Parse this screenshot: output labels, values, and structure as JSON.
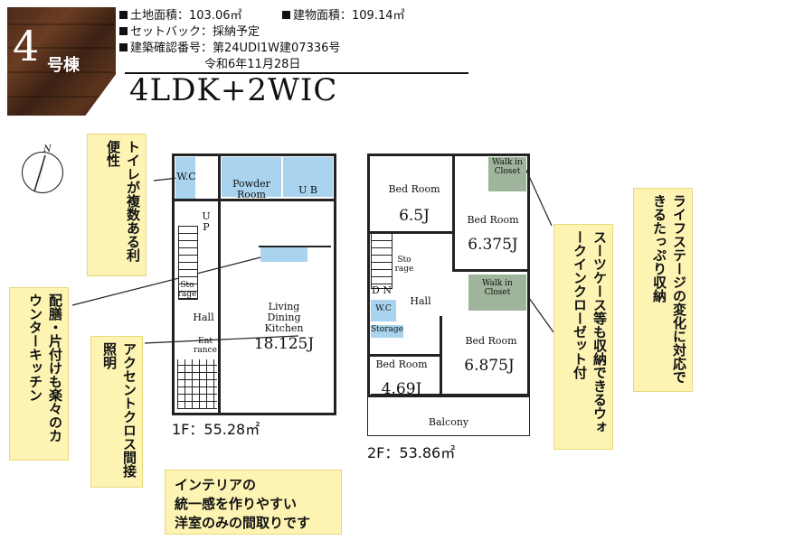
{
  "badge": {
    "number": "4",
    "label": "号棟"
  },
  "info": {
    "land_area": "土地面積：103.06㎡",
    "building_area": "建物面積：109.14㎡",
    "setback": "セットバック：採納予定",
    "permit_no": "建築確認番号：第24UDI1W建07336号",
    "permit_date": "令和6年11月28日"
  },
  "plan_type": "4LDK+2WIC",
  "floor1": {
    "area": "1F：55.28㎡",
    "rooms": {
      "wc": "W.C",
      "powder": "Powder Room",
      "ub": "U B",
      "up": "U P",
      "storage": "Sto rage",
      "hall": "Hall",
      "entrance": "Ent rance",
      "ldk": "Living Dining Kitchen",
      "ldk_size": "18.125J"
    }
  },
  "floor2": {
    "area": "2F：53.86㎡",
    "rooms": {
      "bed1": "Bed Room",
      "bed1_size": "6.5J",
      "bed2": "Bed Room",
      "bed2_size": "6.375J",
      "wic1": "Walk in Closet",
      "wic2": "Walk in Closet",
      "storage1": "Sto rage",
      "dn": "D N",
      "hall": "Hall",
      "storage2": "Storage",
      "bed3": "Bed Room",
      "bed3_size": "4.69J",
      "bed4": "Bed Room",
      "bed4_size": "6.875J",
      "wc": "W.C",
      "balcony": "Balcony"
    }
  },
  "notes": {
    "toilet": "トイレが複数ある利便性",
    "counter": "配膳・片付けも楽々のカウンターキッチン",
    "accent": "アクセントクロス間接照明",
    "interior_l1": "インテリアの",
    "interior_l2": "統一感を作りやすい",
    "interior_l3": "洋室のみの間取りです",
    "suitcase": "スーツケース等も収納できるウォークインクローゼット付",
    "lifestage": "ライフステージの変化に対応できるたっぷり収納"
  },
  "compass": "N",
  "colors": {
    "wet_area": "#a9d3ee",
    "closet": "#9fb59b",
    "note_bg": "#fdf4b4",
    "wood": "#5c341d"
  }
}
